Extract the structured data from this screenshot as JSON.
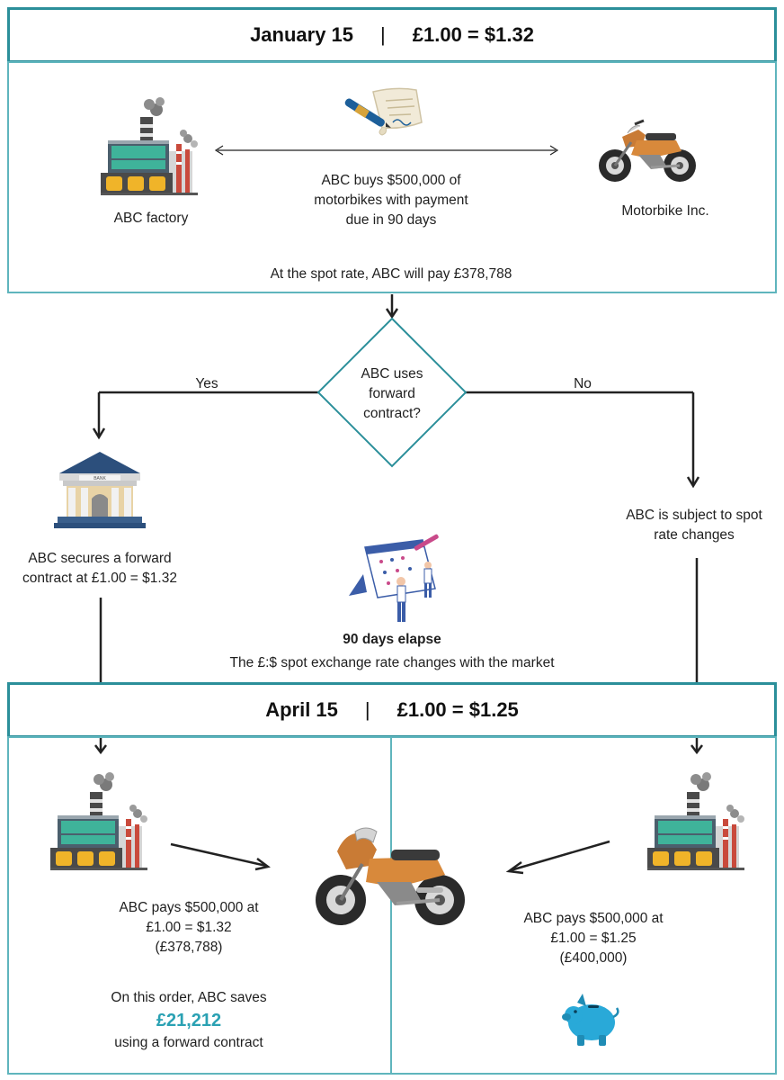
{
  "top_header": {
    "date": "January 15",
    "separator": "|",
    "rate": "£1.00 = $1.32"
  },
  "top_panel": {
    "buyer_label": "ABC factory",
    "seller_label": "Motorbike Inc.",
    "deal_line1": "ABC buys $500,000 of",
    "deal_line2": "motorbikes with payment",
    "deal_line3": "due in 90 days",
    "spot_note": "At the spot rate, ABC will pay £378,788"
  },
  "decision": {
    "line1": "ABC uses",
    "line2": "forward",
    "line3": "contract?",
    "yes_label": "Yes",
    "no_label": "No"
  },
  "left_branch": {
    "line1": "ABC secures a forward",
    "line2": "contract at £1.00 = $1.32"
  },
  "right_branch": {
    "line1": "ABC is subject to spot",
    "line2": "rate changes"
  },
  "elapse": {
    "title": "90 days elapse",
    "subtitle": "The £:$ spot exchange rate changes with the market"
  },
  "bottom_header": {
    "date": "April 15",
    "separator": "|",
    "rate": "£1.00 = $1.25"
  },
  "bottom_left": {
    "line1": "ABC pays $500,000 at",
    "line2": "£1.00 = $1.32",
    "line3": "(£378,788)",
    "savings_line1": "On this order, ABC saves",
    "savings_amount": "£21,212",
    "savings_line3": "using a forward contract"
  },
  "bottom_right": {
    "line1": "ABC pays $500,000 at",
    "line2": "£1.00 = $1.25",
    "line3": "(£400,000)"
  },
  "bank_sign": "BANK",
  "colors": {
    "accent": "#2b8f9a",
    "panel_border": "#5fb5bd",
    "savings_text": "#2aa1b3",
    "piggy": "#29a9d8"
  }
}
